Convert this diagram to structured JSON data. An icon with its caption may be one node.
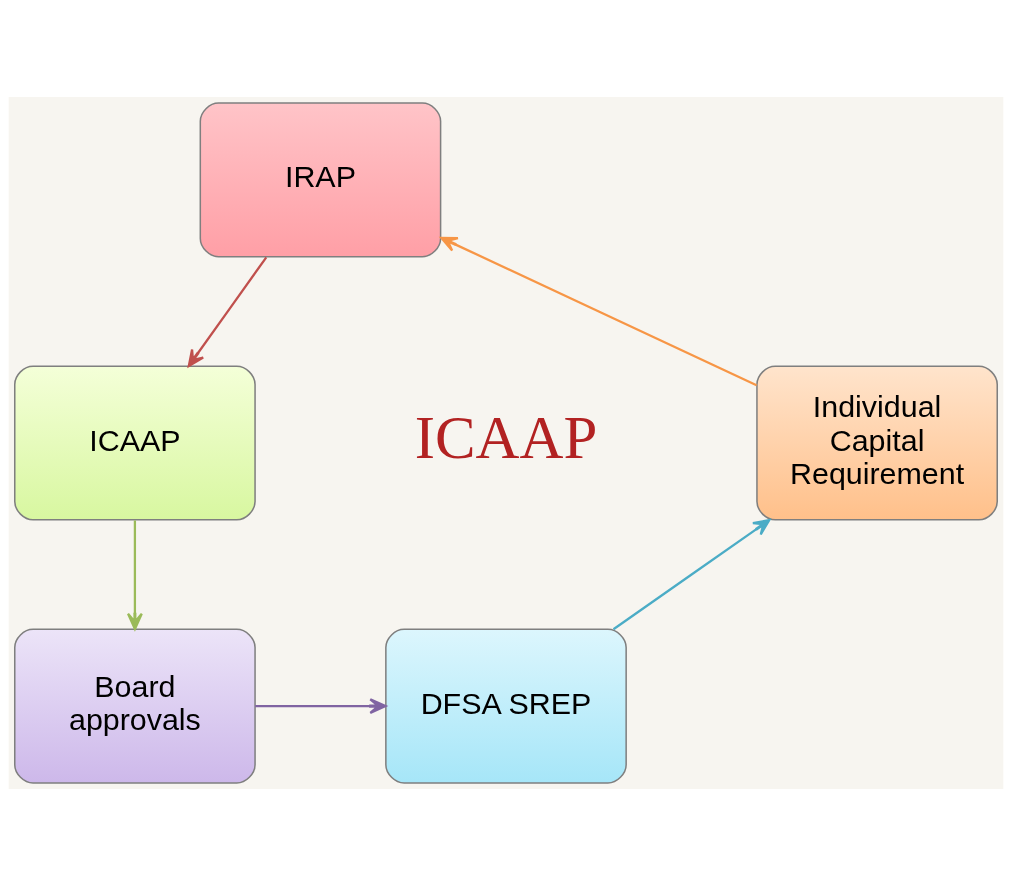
{
  "diagram": {
    "nodes": [
      {
        "text": [
          "IRAP"
        ]
      },
      {
        "text": [
          "ICAAP"
        ]
      },
      {
        "text": [
          "Board approvals"
        ]
      },
      {
        "text": [
          "DFSA SREP"
        ]
      },
      {
        "text": [
          "Individual Capital Requirement"
        ]
      }
    ],
    "edges": [
      {
        "from": 0,
        "to": 1,
        "arrow": "to",
        "color": "#c0504d"
      },
      {
        "from": 1,
        "to": 2,
        "arrow": "to",
        "color": "#9bbb59"
      },
      {
        "from": 2,
        "to": 3,
        "arrow": "to",
        "color": "#8064a2"
      },
      {
        "from": 3,
        "to": 4,
        "arrow": "to",
        "color": "#4bacc6"
      },
      {
        "from": 4,
        "to": 0,
        "arrow": "to",
        "color": "#f79646"
      }
    ],
    "labels": [
      "ICAAP"
    ]
  }
}
